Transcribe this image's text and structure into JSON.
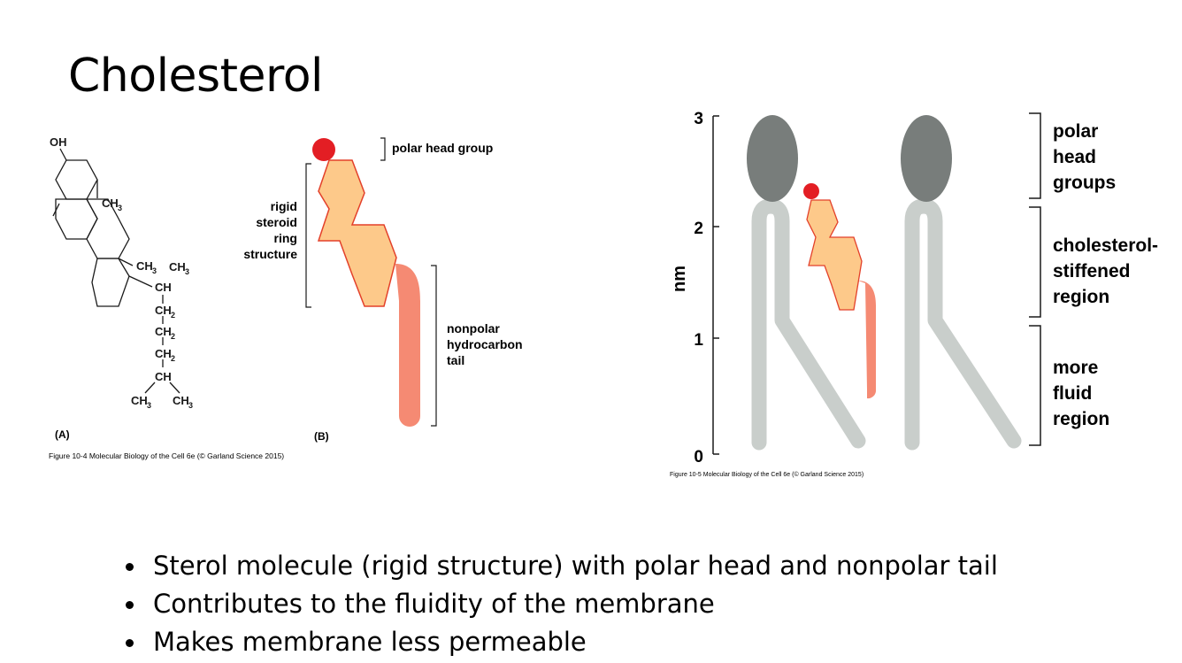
{
  "slide": {
    "title": "Cholesterol",
    "bullets": [
      "Sterol molecule (rigid structure) with polar head and nonpolar tail",
      "Contributes to the fluidity of the membrane",
      "Makes membrane less permeable"
    ]
  },
  "figure_10_4": {
    "structure_labels": {
      "oh": "OH",
      "ch3_a": "CH",
      "ch3_b": "CH",
      "ch3_c": "CH",
      "ch_1": "CH",
      "ch2_1": "CH",
      "ch2_2": "CH",
      "ch2_3": "CH",
      "ch_2": "CH",
      "ch3_d": "CH",
      "ch3_e": "CH",
      "sub3": "3",
      "sub2": "2"
    },
    "panel_a_label": "(A)",
    "panel_b_label": "(B)",
    "polar_head_group": "polar head group",
    "rigid_lines": [
      "rigid",
      "steroid",
      "ring",
      "structure"
    ],
    "tail_lines": [
      "nonpolar",
      "hydrocarbon",
      "tail"
    ],
    "caption": "Figure 10-4  Molecular Biology of the Cell 6e (© Garland Science 2015)",
    "colors": {
      "head": "#e31e24",
      "ring_fill": "#fdc98a",
      "ring_stroke": "#e3402a",
      "tail": "#f58a73"
    }
  },
  "figure_10_5": {
    "axis_label": "nm",
    "ticks": [
      "3",
      "2",
      "1",
      "0"
    ],
    "region_polar": [
      "polar",
      "head",
      "groups"
    ],
    "region_stiffened": [
      "cholesterol-",
      "stiffened",
      "region"
    ],
    "region_fluid": [
      "more",
      "fluid",
      "region"
    ],
    "caption": "Figure 10-5  Molecular Biology of the Cell 6e (© Garland Science 2015)",
    "colors": {
      "lipid_head": "#787d7b",
      "lipid_tail": "#c9cecb"
    }
  }
}
